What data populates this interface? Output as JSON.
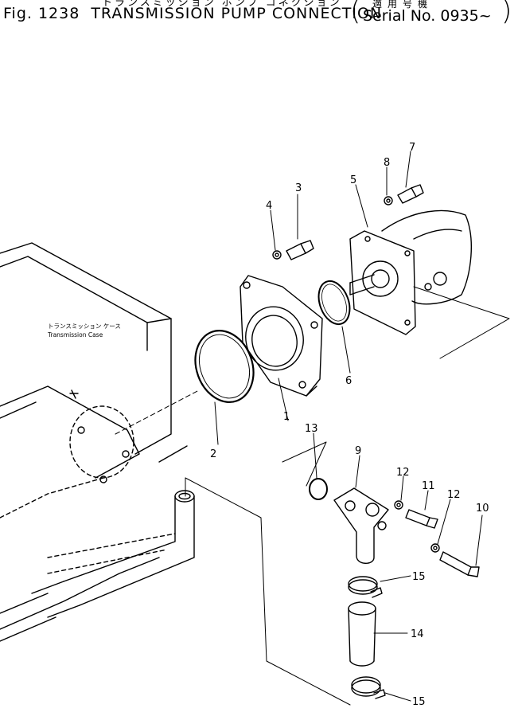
{
  "title": {
    "jp": "トランスミッション ポンプ コネクション",
    "fig": "Fig. 1238",
    "text": "TRANSMISSION PUMP CONNECTION",
    "serial_jp": "適用号機",
    "serial": "Serial No. 0935~"
  },
  "case_label": {
    "jp": "トランスミッション ケース",
    "en": "Transmission Case"
  },
  "callouts": [
    "1",
    "2",
    "3",
    "4",
    "5",
    "6",
    "7",
    "8",
    "9",
    "10",
    "11",
    "12",
    "12",
    "13",
    "14",
    "15",
    "15"
  ]
}
